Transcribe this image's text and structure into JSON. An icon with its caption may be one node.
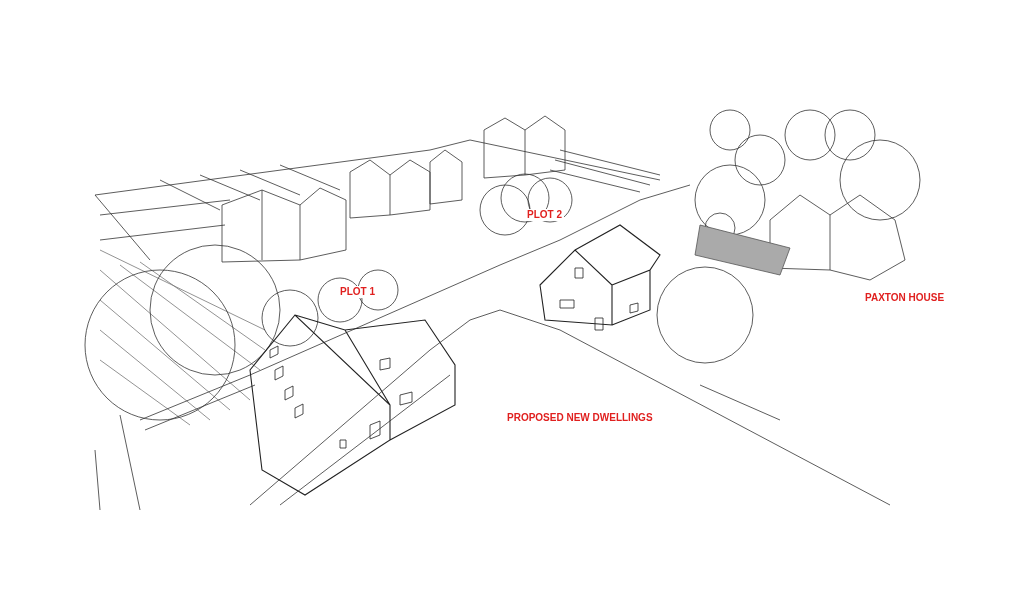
{
  "diagram": {
    "labels": [
      "PLOT 2",
      "PLOT 1",
      "PAXTON HOUSE",
      "PROPOSED NEW DWELLINGS"
    ]
  }
}
